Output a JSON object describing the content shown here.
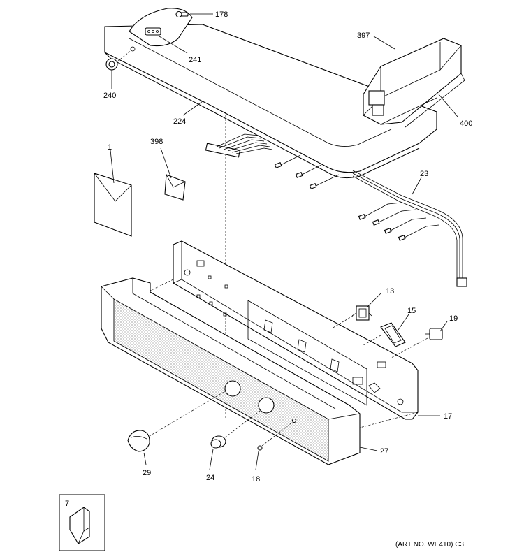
{
  "callouts": {
    "p178": "178",
    "p241": "241",
    "p240": "240",
    "p397": "397",
    "p224": "224",
    "p400": "400",
    "p1": "1",
    "p398": "398",
    "p23": "23",
    "p13": "13",
    "p15": "15",
    "p19": "19",
    "p17": "17",
    "p27": "27",
    "p29": "29",
    "p24": "24",
    "p18": "18",
    "p7": "7"
  },
  "caption": "(ART NO. WE410) C3"
}
